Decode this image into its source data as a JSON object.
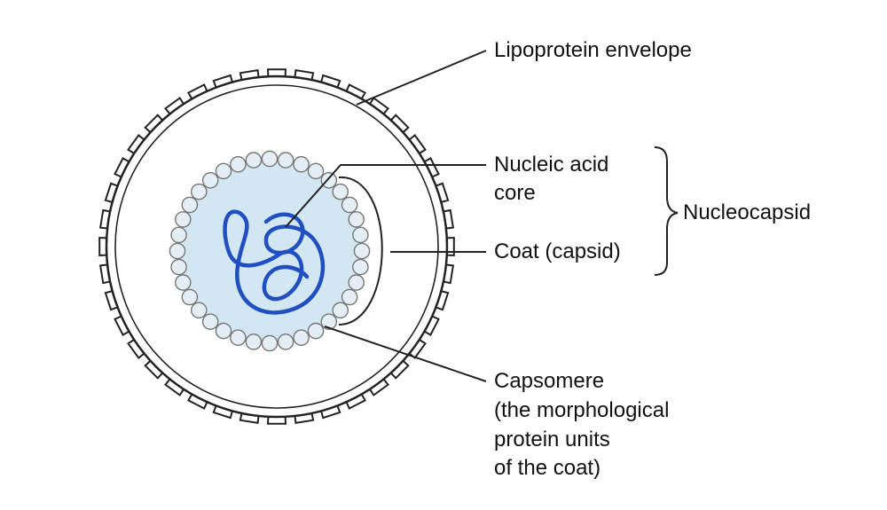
{
  "labels": {
    "envelope": "Lipoprotein envelope",
    "nucleic_line1": "Nucleic acid",
    "nucleic_line2": "core",
    "capsid": "Coat (capsid)",
    "nucleocapsid": "Nucleocapsid",
    "capsomere_line1": "Capsomere",
    "capsomere_line2": "(the morphological",
    "capsomere_line3": "protein units",
    "capsomere_line4": "of the coat)"
  },
  "colors": {
    "outline": "#222222",
    "capsomere_fill": "#e4eef5",
    "capsomere_stroke": "#777777",
    "core_fill": "#d3e7f3",
    "nucleic_acid": "#1f4fc0"
  },
  "icons": {
    "spikes": "envelope-spikes",
    "bead": "capsomere-bead"
  }
}
